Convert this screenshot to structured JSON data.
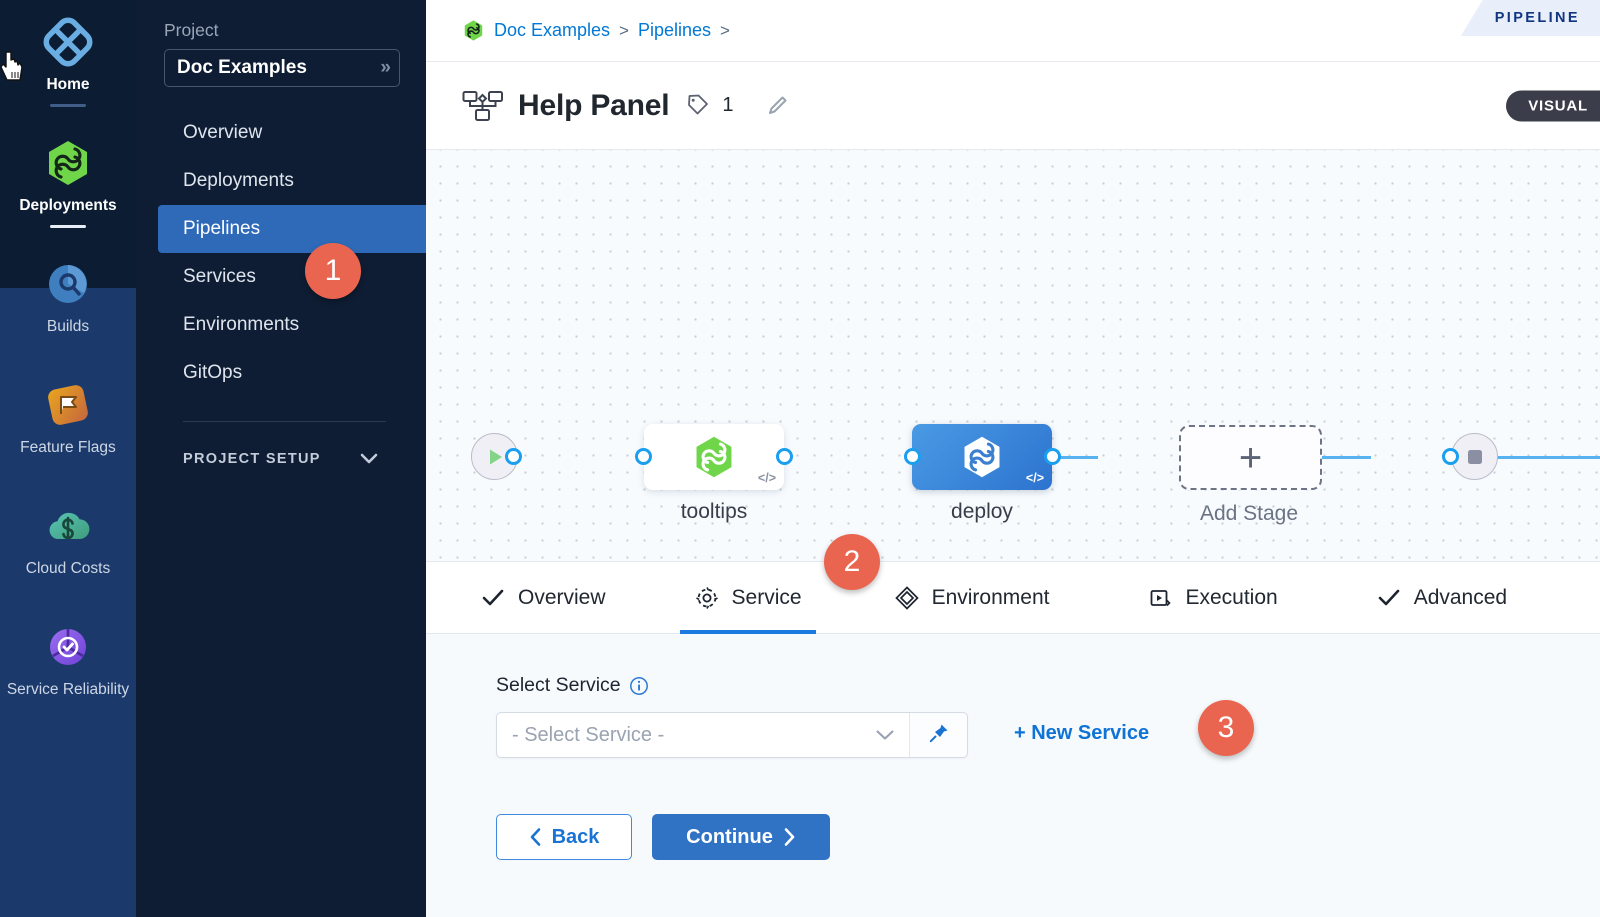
{
  "rail": {
    "items": [
      {
        "label": "Home",
        "icon": "home-diamond-icon",
        "active": true
      },
      {
        "label": "Deployments",
        "icon": "deployments-hexagon-icon",
        "active": true
      },
      {
        "label": "Builds",
        "icon": "builds-circle-icon",
        "active": false
      },
      {
        "label": "Feature Flags",
        "icon": "feature-flags-icon",
        "active": false
      },
      {
        "label": "Cloud Costs",
        "icon": "cloud-costs-icon",
        "active": false
      },
      {
        "label": "Service Reliability",
        "icon": "service-reliability-icon",
        "active": false
      }
    ]
  },
  "projectnav": {
    "section_label": "Project",
    "project_name": "Doc Examples",
    "expand_icon": "chevron-double-right-icon",
    "items": [
      {
        "label": "Overview",
        "active": false
      },
      {
        "label": "Deployments",
        "active": false
      },
      {
        "label": "Pipelines",
        "active": true
      },
      {
        "label": "Services",
        "active": false
      },
      {
        "label": "Environments",
        "active": false
      },
      {
        "label": "GitOps",
        "active": false
      }
    ],
    "setup_label": "PROJECT SETUP",
    "setup_chevron": "chevron-down-icon"
  },
  "breadcrumbs": {
    "project_icon": "harness-hexagon-icon",
    "items": [
      "Doc Examples",
      "Pipelines"
    ],
    "separator": ">",
    "pipeline_tab_label": "PIPELINE"
  },
  "header": {
    "pipeline_icon": "pipeline-nodes-icon",
    "title": "Help Panel",
    "tag_icon": "tag-icon",
    "tag_count": "1",
    "edit_icon": "pencil-icon",
    "mode_badge": "VISUAL"
  },
  "canvas": {
    "start_node": "start-play-node",
    "end_node": "end-stop-node",
    "stages": [
      {
        "label": "tooltips",
        "type": "white",
        "icon": "harness-hexagon-icon",
        "code_glyph": "</>"
      },
      {
        "label": "deploy",
        "type": "blue",
        "icon": "harness-hexagon-icon",
        "code_glyph": "</>"
      }
    ],
    "add_stage": {
      "label": "Add Stage",
      "plus": "+"
    }
  },
  "steptabs": [
    {
      "label": "Overview",
      "icon": "check-icon",
      "active": false
    },
    {
      "label": "Service",
      "icon": "gear-icon",
      "active": true
    },
    {
      "label": "Environment",
      "icon": "layers-diamond-icon",
      "active": false
    },
    {
      "label": "Execution",
      "icon": "play-box-icon",
      "active": false
    },
    {
      "label": "Advanced",
      "icon": "check-icon",
      "active": false
    }
  ],
  "form": {
    "field_label": "Select Service",
    "info_icon": "info-icon",
    "select_placeholder": "- Select Service -",
    "select_chevron": "chevron-down-icon",
    "pin_icon": "pin-icon",
    "new_service_label": "+ New Service",
    "back_label": "Back",
    "back_icon": "chevron-left-icon",
    "continue_label": "Continue",
    "continue_icon": "chevron-right-icon"
  },
  "callouts": [
    {
      "number": "1"
    },
    {
      "number": "2"
    },
    {
      "number": "3"
    }
  ],
  "colors": {
    "accent_blue": "#2e6ab8",
    "callout_orange": "#ea6550",
    "rail_dark": "#0b1c33",
    "rail_blue": "#1b3a6b",
    "nav_dark": "#0e1d33",
    "link_blue": "#0278d5",
    "edge_blue": "#57b3f0",
    "harness_green": "#5cc74a"
  }
}
